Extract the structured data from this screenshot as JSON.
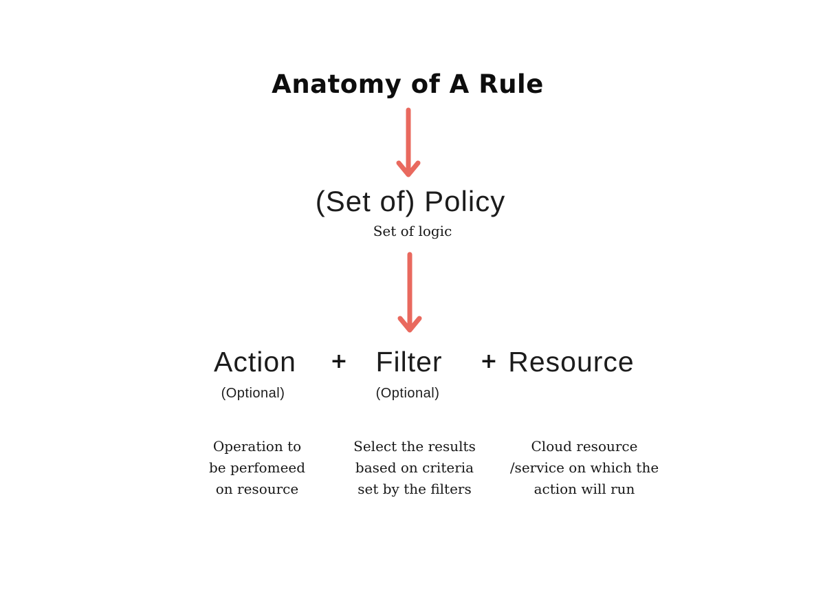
{
  "title": "Anatomy of A Rule",
  "policy": {
    "label": "(Set of) Policy",
    "sublabel": "Set of logic"
  },
  "operator": "+",
  "components": [
    {
      "label": "Action",
      "note": "(Optional)",
      "description_lines": [
        "Operation to",
        "be perfomeed",
        "on resource"
      ]
    },
    {
      "label": "Filter",
      "note": "(Optional)",
      "description_lines": [
        "Select the results",
        "based on criteria",
        "set by the filters"
      ]
    },
    {
      "label": "Resource",
      "note": "",
      "description_lines": [
        "Cloud resource",
        "/service on which the",
        "action will run"
      ]
    }
  ],
  "colors": {
    "arrow": "#E9695E",
    "text": "#161616",
    "background": "#FFFFFF"
  }
}
